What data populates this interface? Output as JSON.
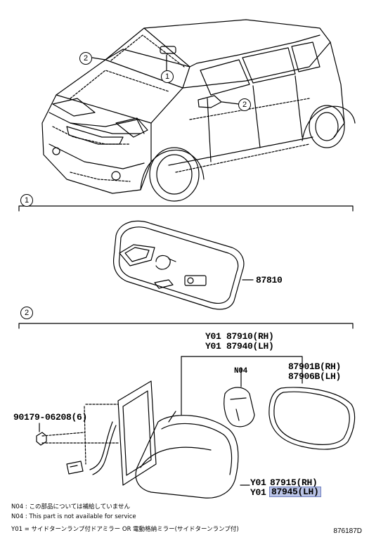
{
  "callout_1": "1",
  "callout_2": "2",
  "section1": {
    "marker": "1",
    "part_number": "87810"
  },
  "section2": {
    "marker": "2",
    "top_label_rh": "Y01 87910(RH)",
    "top_label_lh": "Y01 87940(LH)",
    "n04_label": "N04",
    "glass_rh": "87901B(RH)",
    "glass_lh": "87906B(LH)",
    "bolt": "90179-06208(6)",
    "cover_prefix": "Y01",
    "cover_rh": "87915(RH)",
    "cover_lh": "87945(LH)"
  },
  "notes": [
    "N04 : この部品については補給していません",
    "N04 : This part is not available for service",
    "Y01 = サイドターンランプ付ドアミラー OR 電動格納ミラー(サイドターンランプ付)"
  ],
  "diagram_code": "876187D",
  "colors": {
    "highlight": "#b9c3e6",
    "line": "#000000"
  }
}
